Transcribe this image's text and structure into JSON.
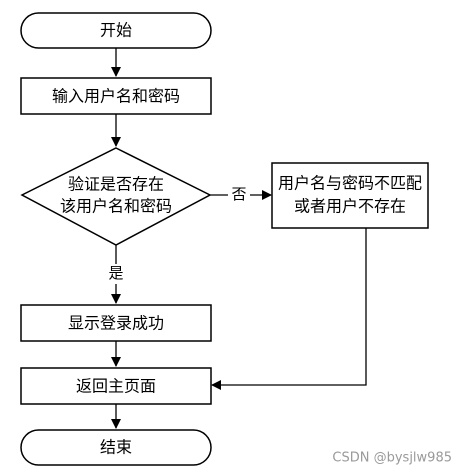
{
  "flowchart": {
    "start": "开始",
    "input": "输入用户名和密码",
    "decision_line1": "验证是否存在",
    "decision_line2": "该用户名和密码",
    "no_label": "否",
    "error_line1": "用户名与密码不匹配",
    "error_line2": "或者用户不存在",
    "yes_label": "是",
    "success": "显示登录成功",
    "return": "返回主页面",
    "end": "结束"
  },
  "watermark": "CSDN @bysjlw985",
  "colors": {
    "stroke": "#000000",
    "fill": "#ffffff",
    "watermark": "#9a9a9a"
  }
}
